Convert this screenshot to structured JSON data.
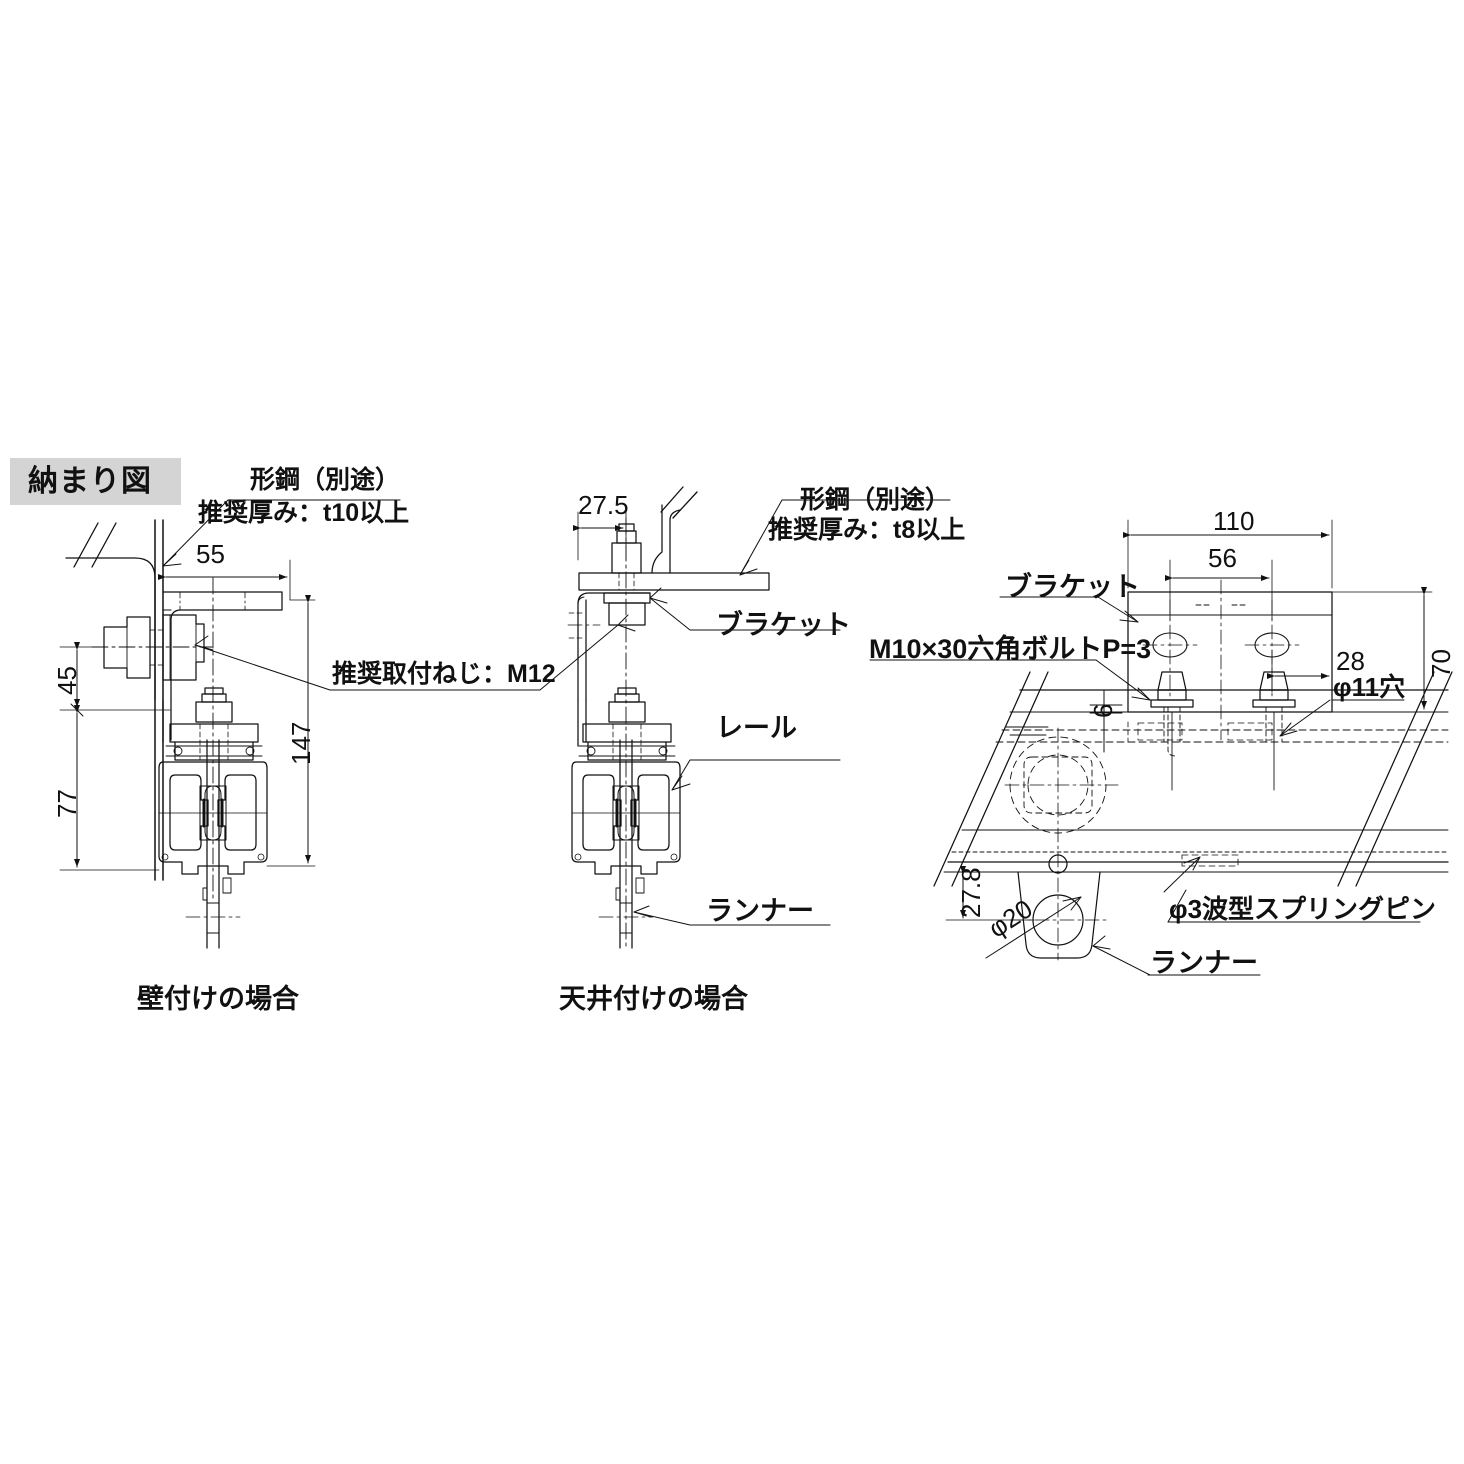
{
  "section": {
    "title": "納まり図"
  },
  "views": {
    "wall": {
      "caption": "壁付けの場合",
      "labels": {
        "steel_line1": "形鋼（別途）",
        "steel_line2": "推奨厚み：t10以上",
        "screw": "推奨取付ねじ：M12"
      },
      "dims": {
        "d55": "55",
        "d45": "45",
        "d77": "77",
        "d147": "147"
      }
    },
    "ceiling": {
      "caption": "天井付けの場合",
      "labels": {
        "steel_line1": "形鋼（別途）",
        "steel_line2": "推奨厚み：t8以上",
        "bracket": "ブラケット",
        "rail": "レール",
        "runner": "ランナー"
      },
      "dims": {
        "d275": "27.5"
      }
    },
    "detail": {
      "labels": {
        "bracket": "ブラケット",
        "bolt": "M10×30六角ボルトP=3",
        "hole": "φ11穴",
        "spring_pin": "φ3波型スプリングピン",
        "runner": "ランナー"
      },
      "dims": {
        "d110": "110",
        "d56": "56",
        "d28": "28",
        "d70": "70",
        "d6": "6",
        "d278": "27.8",
        "d20": "φ20"
      }
    }
  },
  "colors": {
    "line": "#111111",
    "title_bg": "#d4d4d4",
    "paper": "#ffffff"
  }
}
